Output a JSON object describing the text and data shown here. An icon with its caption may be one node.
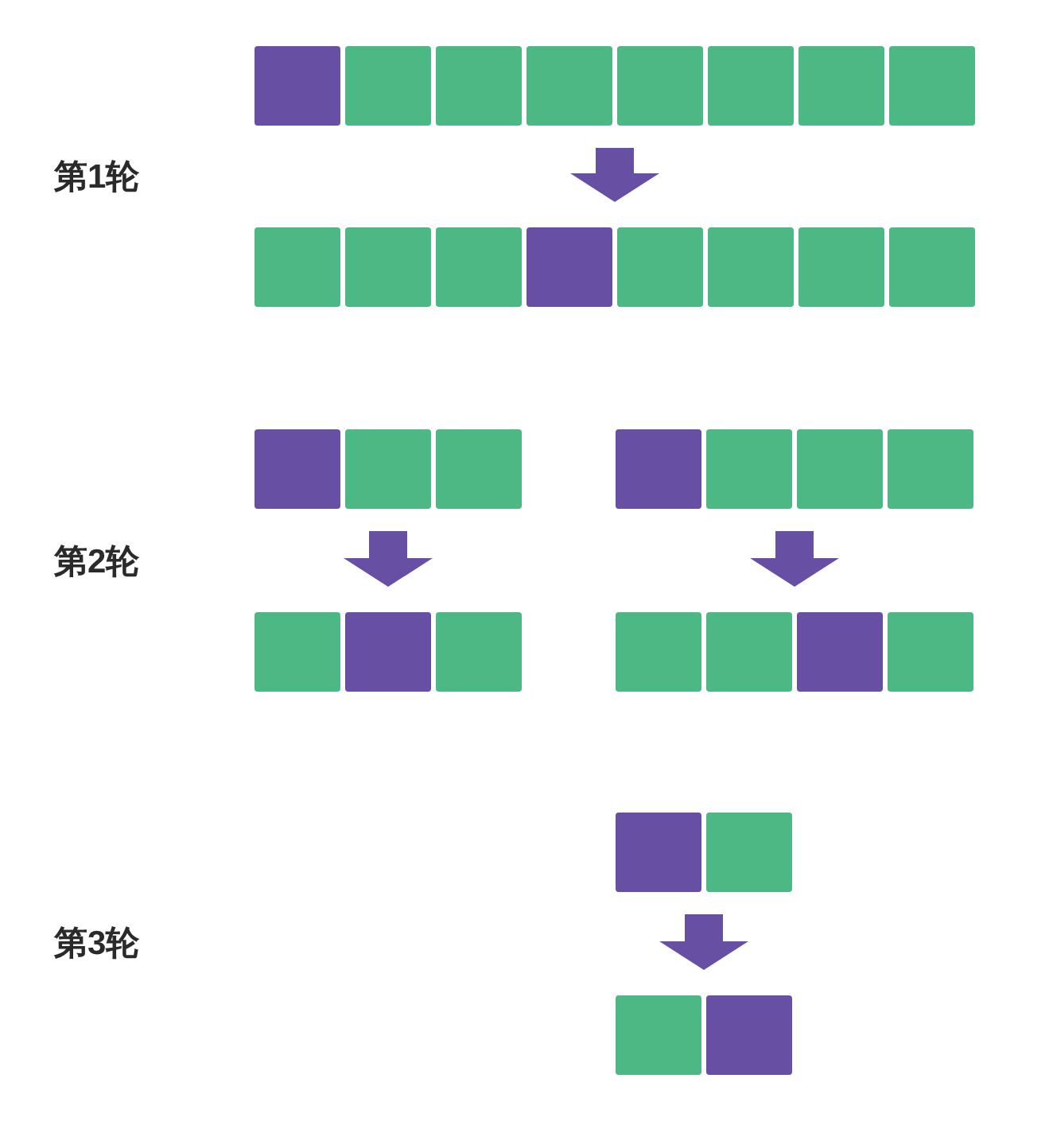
{
  "diagram": {
    "nodes": [
      {
        "text": [],
        "shape": "bar"
      },
      {
        "text": [],
        "shape": "box",
        "in": 0
      },
      {
        "text": [],
        "shape": "box",
        "in": 0
      },
      {
        "text": [],
        "shape": "box",
        "in": 0
      },
      {
        "text": [],
        "shape": "box",
        "in": 0
      },
      {
        "text": [],
        "shape": "box",
        "in": 0
      },
      {
        "text": [],
        "shape": "box",
        "in": 0
      },
      {
        "text": [],
        "shape": "box",
        "in": 0
      },
      {
        "text": [],
        "shape": "box",
        "in": 0
      },
      {
        "text": [],
        "shape": "bar"
      },
      {
        "text": [],
        "shape": "box",
        "in": 9
      },
      {
        "text": [],
        "shape": "box",
        "in": 9
      },
      {
        "text": [],
        "shape": "box",
        "in": 9
      },
      {
        "text": [],
        "shape": "box",
        "in": 9
      },
      {
        "text": [],
        "shape": "box",
        "in": 9
      },
      {
        "text": [],
        "shape": "box",
        "in": 9
      },
      {
        "text": [],
        "shape": "box",
        "in": 9
      },
      {
        "text": [],
        "shape": "box",
        "in": 9
      },
      {
        "text": [],
        "shape": "bar"
      },
      {
        "text": [],
        "shape": "box",
        "in": 18
      },
      {
        "text": [],
        "shape": "box",
        "in": 18
      },
      {
        "text": [],
        "shape": "box",
        "in": 18
      },
      {
        "text": [],
        "shape": "bar"
      },
      {
        "text": [],
        "shape": "box",
        "in": 22
      },
      {
        "text": [],
        "shape": "box",
        "in": 22
      },
      {
        "text": [],
        "shape": "box",
        "in": 22
      },
      {
        "text": [],
        "shape": "box",
        "in": 22
      },
      {
        "text": [],
        "shape": "bar"
      },
      {
        "text": [],
        "shape": "box",
        "in": 27
      },
      {
        "text": [],
        "shape": "box",
        "in": 27
      },
      {
        "text": [],
        "shape": "box",
        "in": 27
      },
      {
        "text": [],
        "shape": "bar"
      },
      {
        "text": [],
        "shape": "box",
        "in": 31
      },
      {
        "text": [],
        "shape": "box",
        "in": 31
      },
      {
        "text": [],
        "shape": "box",
        "in": 31
      },
      {
        "text": [],
        "shape": "box",
        "in": 31
      },
      {
        "text": [],
        "shape": "bar"
      },
      {
        "text": [],
        "shape": "box",
        "in": 36
      },
      {
        "text": [],
        "shape": "box",
        "in": 36
      },
      {
        "text": [],
        "shape": "bar"
      },
      {
        "text": [],
        "shape": "box",
        "in": 39
      },
      {
        "text": [],
        "shape": "box",
        "in": 39
      }
    ],
    "edges": [
      {
        "from": 0,
        "to": 9,
        "arrow": "to",
        "style": "thick"
      },
      {
        "from": 18,
        "to": 27,
        "arrow": "to",
        "style": "thick"
      },
      {
        "from": 22,
        "to": 31,
        "arrow": "to",
        "style": "thick"
      },
      {
        "from": 36,
        "to": 39,
        "arrow": "to",
        "style": "thick"
      }
    ],
    "labels": [
      "第1轮",
      "第2轮",
      "第3轮"
    ]
  }
}
